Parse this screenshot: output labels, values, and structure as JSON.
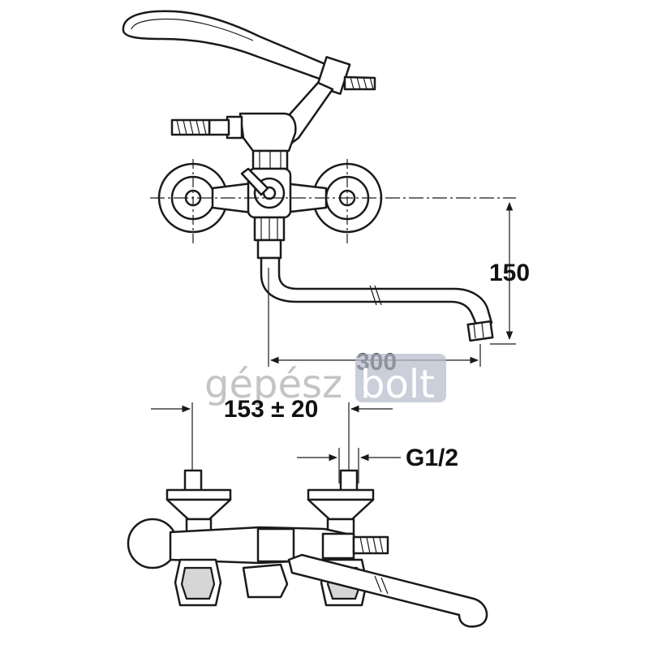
{
  "dimensions": {
    "height_label": "150",
    "reach_label": "300",
    "spacing_label": "153 ± 20",
    "thread_label": "G1/2"
  },
  "watermark": {
    "left_text": "gépész",
    "right_text": "bolt"
  },
  "colors": {
    "line": "#1a1a1a",
    "watermark_gray": "#c4c4c4",
    "watermark_box": "#b8bfcc"
  }
}
